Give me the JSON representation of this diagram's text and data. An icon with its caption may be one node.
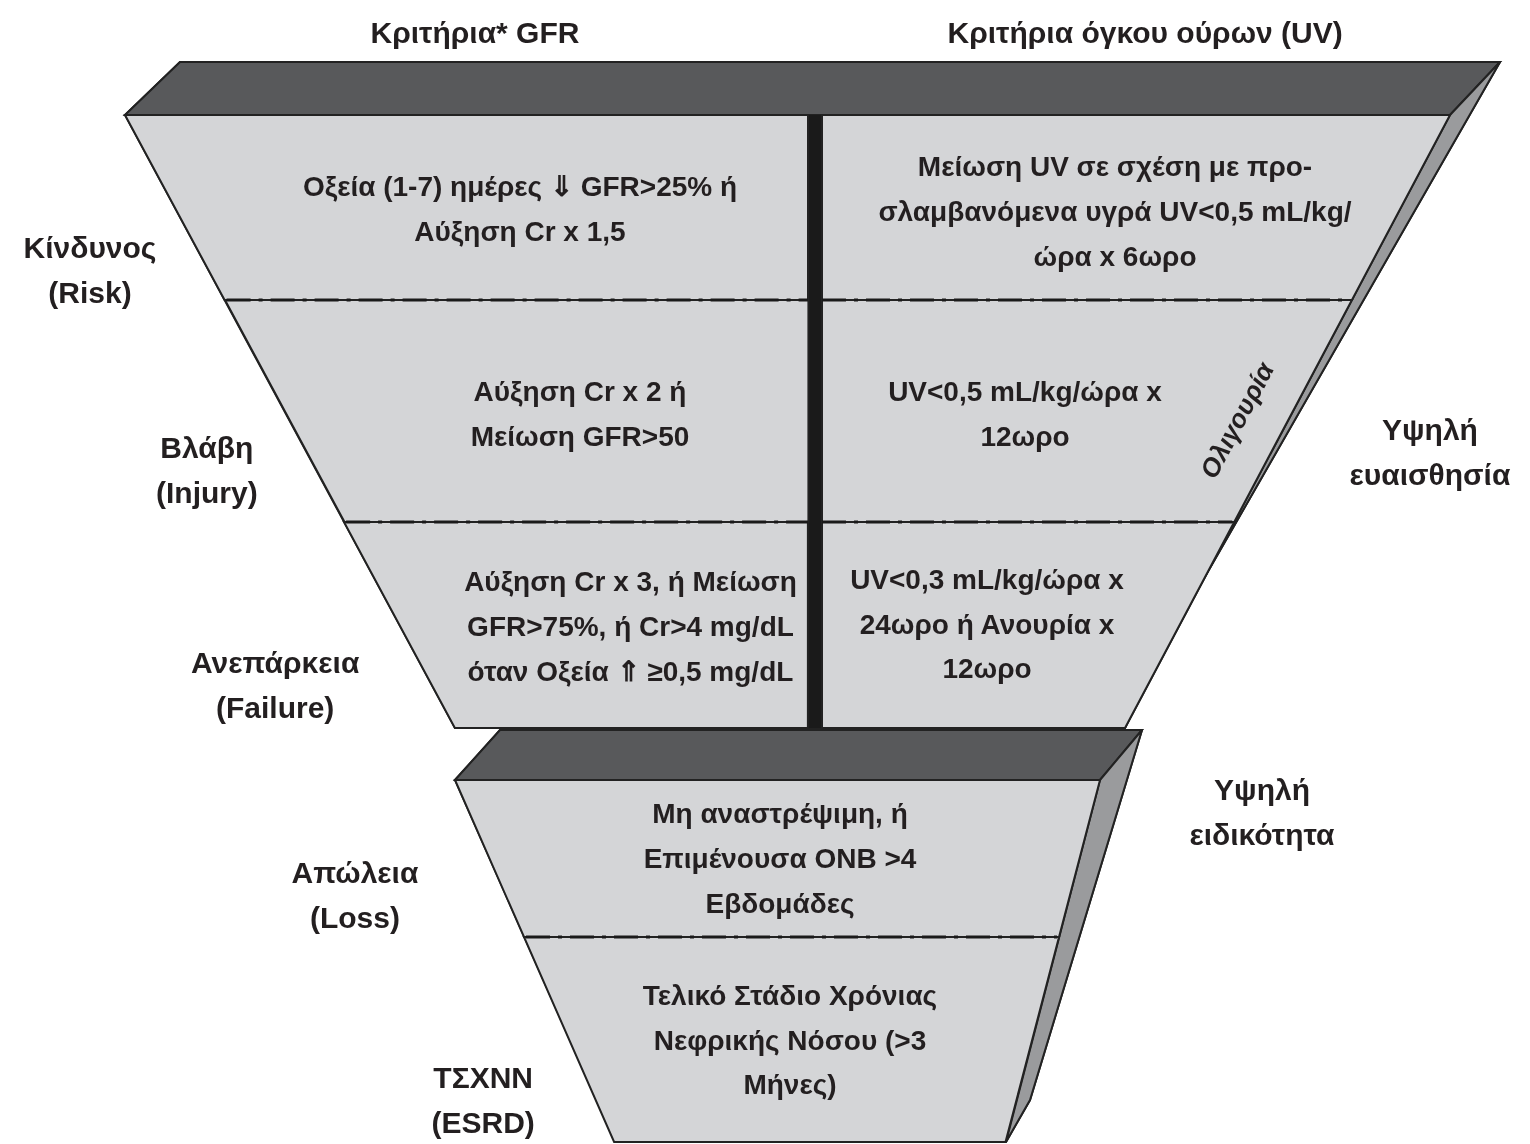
{
  "diagram": {
    "nodes": [
      {
        "text": [],
        "shape": "trapezoid"
      },
      {
        "text": [
          "Οξεία (1-7) ημέρες ⇓ GFR>25% ή Αύξηση Cr x 1,5"
        ],
        "in": 0
      },
      {
        "text": [
          "Μείωση UV σε σχέση με προ- σλαμβανόμενα υγρά UV<0,5 mL/kg/ώρα x 6ωρο"
        ],
        "in": 0
      },
      {
        "text": [
          "Αύξηση Cr x 2 ή Μείωση GFR>50"
        ],
        "in": 0
      },
      {
        "text": [
          "UV<0,5 mL/kg/ώρα x 12ωρο"
        ],
        "in": 0
      },
      {
        "text": [
          "Αύξηση Cr x 3, ή Μείωση GFR>75%, ή Cr>4 mg/dL όταν Οξεία ⇑ ≥0,5 mg/dL"
        ],
        "in": 0
      },
      {
        "text": [
          "UV<0,3 mL/kg/ώρα x 24ωρο ή Ανουρία x 12ωρο"
        ],
        "in": 0
      },
      {
        "text": [],
        "shape": "trapezoid"
      },
      {
        "text": [
          "Μη αναστρέψιμη, ή Επιμένουσα ΟΝΒ >4 Εβδομάδες"
        ],
        "in": 7
      },
      {
        "text": [
          "Τελικό Στάδιο Χρόνιας Νεφρικής Νόσου (>3 Μήνες)"
        ],
        "in": 7
      }
    ],
    "edges": [],
    "labels": [
      "Κριτήρια* GFR",
      "Κριτήρια όγκου ούρων (UV)",
      "Κίνδυνος (Risk)",
      "Ολιγουρία",
      "Υψηλή ευαισθησία",
      "Βλάβη (Injury)",
      "Ανεπάρκεια (Failure)",
      "Υψηλή ειδικότητα",
      "Απώλεια (Loss)",
      "ΤΣΧΝΝ (ESRD)"
    ]
  }
}
